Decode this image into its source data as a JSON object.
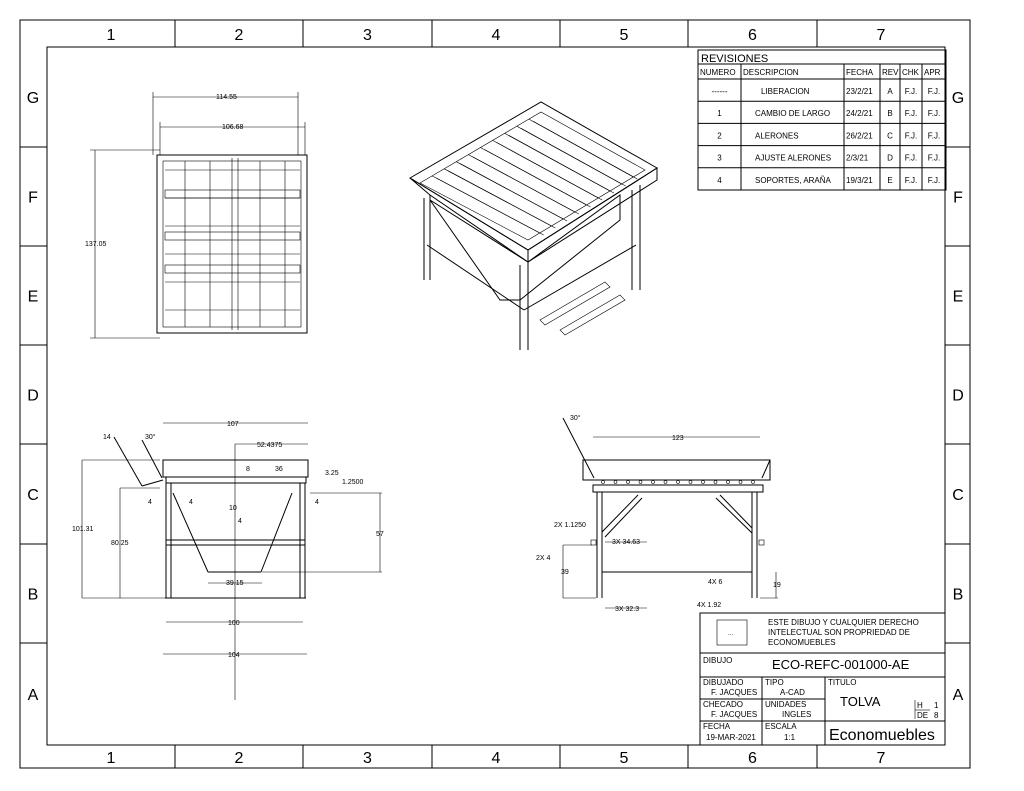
{
  "sheet": {
    "columns": [
      "1",
      "2",
      "3",
      "4",
      "5",
      "6",
      "7"
    ],
    "rows": [
      "G",
      "F",
      "E",
      "D",
      "C",
      "B",
      "A"
    ]
  },
  "revisions": {
    "title": "REVISIONES",
    "headers": [
      "NUMERO",
      "DESCRIPCION",
      "FECHA",
      "REV",
      "CHK",
      "APR"
    ],
    "rows": [
      [
        "------",
        "LIBERACION",
        "23/2/21",
        "A",
        "F.J.",
        "F.J."
      ],
      [
        "1",
        "CAMBIO DE LARGO",
        "24/2/21",
        "B",
        "F.J.",
        "F.J."
      ],
      [
        "2",
        "ALERONES",
        "26/2/21",
        "C",
        "F.J.",
        "F.J."
      ],
      [
        "3",
        "AJUSTE ALERONES",
        "2/3/21",
        "D",
        "F.J.",
        "F.J."
      ],
      [
        "4",
        "SOPORTES, ARAÑA",
        "19/3/21",
        "E",
        "F.J.",
        "F.J."
      ]
    ]
  },
  "title_block": {
    "logo_placeholder": "...",
    "notice": [
      "ESTE DIBUJO Y CUALQUIER DERECHO",
      "INTELECTUAL SON PROPRIEDAD DE",
      "ECONOMUEBLES"
    ],
    "dibujo_label": "DIBUJO",
    "dibujo_value": "ECO-REFC-001000-AE",
    "dibujado_label": "DIBUJADO",
    "dibujado_value": "F. JACQUES",
    "tipo_label": "TIPO",
    "tipo_value": "A-CAD",
    "titulo_label": "TITULO",
    "titulo_value": "TOLVA",
    "checado_label": "CHECADO",
    "checado_value": "F. JACQUES",
    "unidades_label": "UNIDADES",
    "unidades_value": "INGLES",
    "hoja_label": "H",
    "hoja_value": "1",
    "de_label": "DE",
    "de_value": "8",
    "fecha_label": "FECHA",
    "fecha_value": "19-MAR-2021",
    "escala_label": "ESCALA",
    "escala_value": "1:1",
    "company": "Economuebles"
  },
  "dimensions": {
    "top_view": {
      "overall_width": "114.55",
      "inner_width": "106.68",
      "length": "137.05"
    },
    "front_view": {
      "top_width": "107",
      "half": "52.4375",
      "a8": "8",
      "a36": "36",
      "a325": "3.25",
      "a125": "1.2500",
      "a14": "14",
      "angle": "30°",
      "a4a": "4",
      "a4b": "4",
      "a4c": "4",
      "a4d": "4",
      "a10": "10",
      "height_total": "101.31",
      "height_frame": "80.25",
      "a57": "57",
      "bottom": "39.15",
      "leg_span": "100",
      "base": "104"
    },
    "side_view": {
      "angle": "30°",
      "top_len": "123",
      "pin": "2X 1.1250",
      "spacing": "3X 34.63",
      "a2x4": "2X 4",
      "a39": "39",
      "a19": "19",
      "a4x6": "4X 6",
      "a4x192": "4X 1.92",
      "a3x323": "3X 32.3"
    }
  }
}
